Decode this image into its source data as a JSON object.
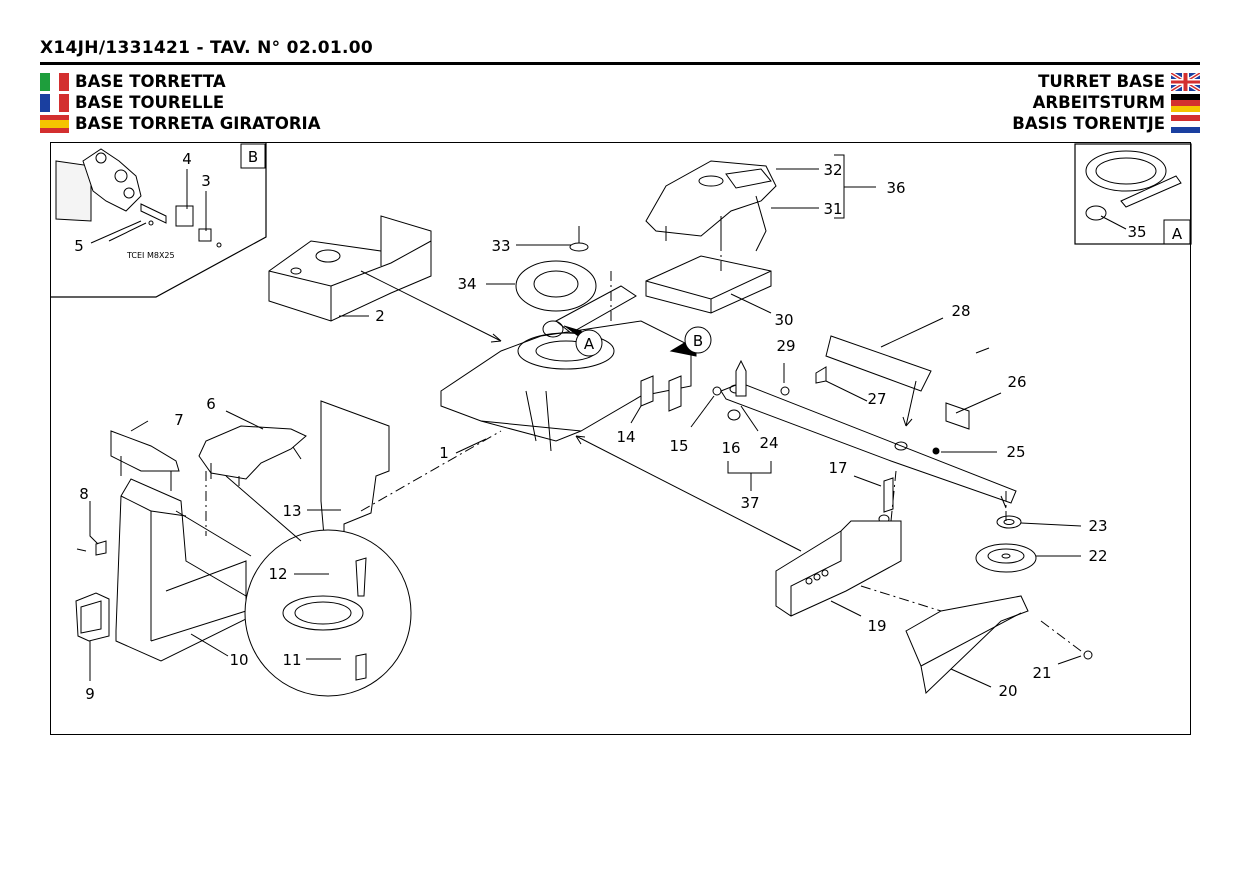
{
  "header": {
    "code": "X14JH/1331421 - TAV. N° 02.01.00"
  },
  "titles": {
    "it": "BASE TORRETTA",
    "fr": "BASE  TOURELLE",
    "es": "BASE TORRETA GIRATORIA",
    "en": "TURRET BASE",
    "de": "ARBEITSTURM",
    "nl": "BASIS TORENTJE"
  },
  "flags": {
    "it": [
      "#1e9e3c",
      "#ffffff",
      "#d32f2f"
    ],
    "fr": [
      "#1a3fa0",
      "#ffffff",
      "#d32f2f"
    ],
    "es": [
      "#d32f2f",
      "#f5c400",
      "#d32f2f"
    ],
    "de": [
      "#000000",
      "#d32f2f",
      "#f5c400"
    ],
    "nl": [
      "#d32f2f",
      "#ffffff",
      "#1a3fa0"
    ],
    "en": [
      "#1a3fa0",
      "#ffffff",
      "#d32f2f"
    ]
  },
  "detail_b": {
    "tag": "B",
    "callouts": [
      "4",
      "3",
      "5"
    ],
    "note": "TCEI M8X25"
  },
  "detail_a": {
    "tag": "A",
    "callouts": [
      "35"
    ]
  },
  "view_tags": {
    "a": "A",
    "b": "B"
  },
  "callouts": {
    "c1": "1",
    "c2": "2",
    "c6": "6",
    "c7": "7",
    "c8": "8",
    "c9": "9",
    "c10": "10",
    "c11": "11",
    "c12": "12",
    "c13": "13",
    "c14": "14",
    "c15": "15",
    "c16": "16",
    "c17": "17",
    "c19": "19",
    "c20": "20",
    "c21": "21",
    "c22": "22",
    "c23": "23",
    "c24": "24",
    "c25": "25",
    "c26": "26",
    "c27": "27",
    "c28": "28",
    "c29": "29",
    "c30": "30",
    "c31": "31",
    "c32": "32",
    "c33": "33",
    "c34": "34",
    "c36": "36",
    "c37": "37"
  }
}
